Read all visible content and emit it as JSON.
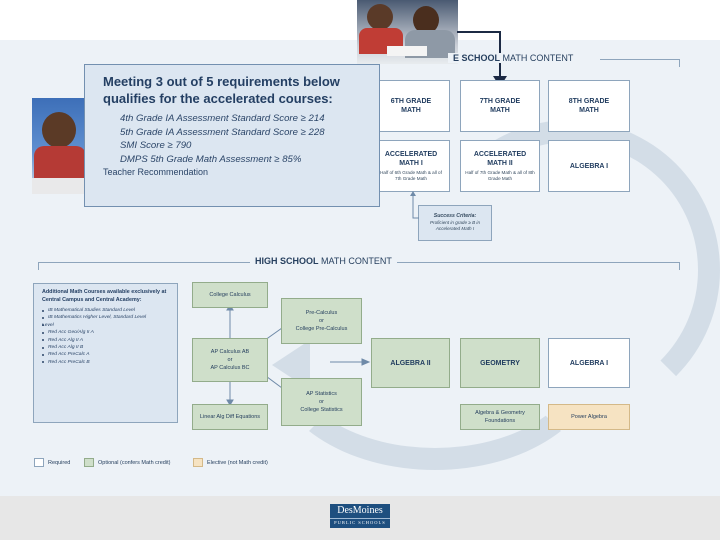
{
  "colors": {
    "slide_bg": "#edf2f7",
    "box_border": "#8ea5bc",
    "optional_fill": "#cfdfca",
    "elective_fill": "#f6e3c2",
    "text": "#1f3b5e",
    "footer_bg": "#e7e7e7"
  },
  "middle_school": {
    "title_visible": "E SCHOOL",
    "title_rest": " MATH CONTENT",
    "grade6": "6TH GRADE MATH",
    "grade7": "7TH GRADE MATH",
    "grade8": "8TH GRADE MATH",
    "accel1_title": "ACCELERATED MATH I",
    "accel1_sub": "Half of 6th Grade Math & all of 7th Grade Math",
    "accel2_title": "ACCELERATED MATH II",
    "accel2_sub": "Half of 7th Grade Math & all of 8th Grade Math",
    "algebra1": "ALGEBRA I",
    "success_title": "Success Criteria:",
    "success_body": "Proficient in grade ≥ B in Accelerated Math I"
  },
  "requirements": {
    "heading": "Meeting 3 out of 5 requirements below qualifies for the accelerated courses:",
    "items": [
      "4th Grade IA Assessment Standard Score ≥ 214",
      "5th Grade IA Assessment Standard Score ≥ 228",
      "SMI Score ≥ 790",
      "DMPS 5th Grade Math Assessment ≥ 85%",
      "Teacher Recommendation"
    ]
  },
  "high_school": {
    "title_bold": "HIGH SCHOOL",
    "title_rest": " MATH CONTENT",
    "college_calc": "College Calculus",
    "precalc_a": "Pre-Calculus",
    "precalc_or": "or",
    "precalc_b": "College Pre-Calculus",
    "ap_calc_a": "AP Calculus AB",
    "ap_calc_or": "or",
    "ap_calc_b": "AP Calculus BC",
    "ap_stats_a": "AP Statistics",
    "ap_stats_or": "or",
    "ap_stats_b": "College Statistics",
    "linear_alg": "Linear Alg Diff Equations",
    "algebra2": "ALGEBRA II",
    "geometry": "GEOMETRY",
    "algebra1": "ALGEBRA I",
    "alg_geo_found": "Algebra & Geometry Foundations",
    "power_alg": "Power Algebra"
  },
  "additional": {
    "heading": "Additional Math Courses available exclusively at Central Campus and Central Academy:",
    "items": [
      "IB Mathematical Studies Standard Level",
      "IB Mathematics Higher Level, Standard Level",
      "Level",
      "Red Acc Geo/Alg II A",
      "Red Acc Alg II A",
      "Red Acc Alg II B",
      "Red Acc PreCalc A",
      "Red Acc PreCalc B"
    ]
  },
  "legend": {
    "required": "Required",
    "optional": "Optional (confers Math credit)",
    "elective": "Elective (not Math credit)"
  },
  "logo": {
    "name": "DesMoines",
    "tag": "PUBLIC SCHOOLS"
  },
  "icons": {
    "arrow": "down-arrow-icon",
    "logo": "district-logo"
  }
}
